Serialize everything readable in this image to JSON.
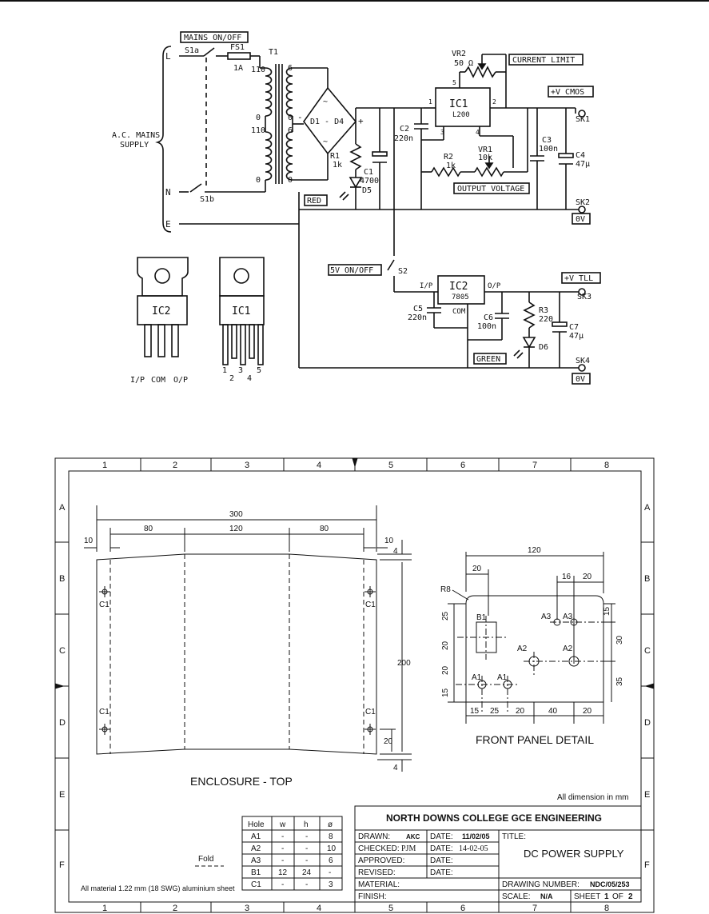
{
  "schematic": {
    "mains_label": "MAINS ON/OFF",
    "s1a": "S1a",
    "fs1": "FS1",
    "fs1_rating": "1A",
    "t1": "T1",
    "t_110a": "110",
    "t_0a": "0",
    "t_110b": "110",
    "t_0b": "0",
    "t_6a": "6",
    "t_0c": "0",
    "t_6b": "6",
    "t_0d": "0",
    "L": "L",
    "N": "N",
    "E": "E",
    "s1b": "S1b",
    "ac_supply_1": "A.C. MAINS",
    "ac_supply_2": "SUPPLY",
    "bridge": "D1 - D4",
    "plus": "+",
    "minus": "-",
    "tilde1": "~",
    "tilde2": "~",
    "r1": "R1",
    "r1_val": "1k",
    "c1": "C1",
    "c1_val": "4700",
    "d5": "D5",
    "red": "RED",
    "c2": "C2",
    "c2_val": "220n",
    "vr2": "VR2",
    "vr2_val": "50 Ω",
    "current_limit": "CURRENT LIMIT",
    "ic1": "IC1",
    "ic1_type": "L200",
    "pin1": "1",
    "pin2": "2",
    "pin3": "3",
    "pin4": "4",
    "pin5": "5",
    "vcmos": "+V CMOS",
    "sk1": "SK1",
    "r2": "R2",
    "r2_val": "1k",
    "vr1": "VR1",
    "vr1_val": "10k",
    "output_voltage": "OUTPUT VOLTAGE",
    "c3": "C3",
    "c3_val": "100n",
    "c4": "C4",
    "c4_val": "47µ",
    "sk2": "SK2",
    "ov1": "0V",
    "s2": "S2",
    "fivev": "5V ON/OFF",
    "ip": "I/P",
    "ic2": "IC2",
    "ic2_type": "7805",
    "op": "O/P",
    "com": "COM",
    "c5": "C5",
    "c5_val": "220n",
    "c6": "C6",
    "c6_val": "100n",
    "r3": "R3",
    "r3_val": "220",
    "c7": "C7",
    "c7_val": "47µ",
    "vttl": "+V TLL",
    "sk3": "SK3",
    "d6": "D6",
    "green": "GREEN",
    "sk4": "SK4",
    "ov2": "0V",
    "pkg_ic2": "IC2",
    "pkg_ic1": "IC1",
    "pkg_ip": "I/P",
    "pkg_com": "COM",
    "pkg_op": "O/P",
    "pkg_p1": "1",
    "pkg_p2": "2",
    "pkg_p3": "3",
    "pkg_p4": "4",
    "pkg_p5": "5"
  },
  "drawing": {
    "cols": [
      "1",
      "2",
      "3",
      "4",
      "5",
      "6",
      "7",
      "8"
    ],
    "rows": [
      "A",
      "B",
      "C",
      "D",
      "E",
      "F"
    ],
    "enc_300": "300",
    "enc_80a": "80",
    "enc_120": "120",
    "enc_80b": "80",
    "enc_10a": "10",
    "enc_10b": "10",
    "enc_4a": "4",
    "enc_4b": "4",
    "enc_200": "200",
    "enc_20": "20",
    "c1_tl": "C1",
    "c1_tr": "C1",
    "c1_bl": "C1",
    "c1_br": "C1",
    "enc_caption": "ENCLOSURE - TOP",
    "fp_120": "120",
    "fp_20a": "20",
    "fp_16": "16",
    "fp_20b": "20",
    "fp_r8": "R8",
    "fp_25": "25",
    "fp_20c": "20",
    "fp_20d": "20",
    "fp_15a": "15",
    "fp_15b": "15",
    "fp_30": "30",
    "fp_35": "35",
    "fp_b15": "15",
    "fp_b25": "25",
    "fp_b20a": "20",
    "fp_b40": "40",
    "fp_b20b": "20",
    "fp_b1": "B1",
    "fp_a3a": "A3",
    "fp_a3b": "A3",
    "fp_a2a": "A2",
    "fp_a2b": "A2",
    "fp_a1a": "A1",
    "fp_a1b": "A1",
    "fp_caption": "FRONT PANEL DETAIL",
    "all_dims": "All dimension in mm",
    "hole_table": {
      "headers": [
        "Hole",
        "w",
        "h",
        "ø"
      ],
      "rows": [
        [
          "A1",
          "-",
          "-",
          "8"
        ],
        [
          "A2",
          "-",
          "-",
          "10"
        ],
        [
          "A3",
          "-",
          "-",
          "6"
        ],
        [
          "B1",
          "12",
          "24",
          "-"
        ],
        [
          "C1",
          "-",
          "-",
          "3"
        ]
      ]
    },
    "fold": "Fold",
    "material_note": "All material 1.22 mm (18 SWG) aluminium sheet",
    "title_block": {
      "college": "NORTH DOWNS COLLEGE GCE ENGINEERING",
      "drawn": "DRAWN:",
      "drawn_by": "AKC",
      "date1": "DATE:",
      "date1_val": "11/02/05",
      "checked": "CHECKED:",
      "checked_by": "PJM",
      "date2": "DATE:",
      "date2_val": "14-02-05",
      "approved": "APPROVED:",
      "date3": "DATE:",
      "revised": "REVISED:",
      "date4": "DATE:",
      "material": "MATERIAL:",
      "finish": "FINISH:",
      "title": "TITLE:",
      "title_val": "DC POWER SUPPLY",
      "drawing_number": "DRAWING NUMBER:",
      "drawing_number_val": "NDC/05/253",
      "scale": "SCALE:",
      "scale_val": "N/A",
      "sheet": "SHEET",
      "sheet_val": "1",
      "of": "OF",
      "of_val": "2"
    }
  }
}
